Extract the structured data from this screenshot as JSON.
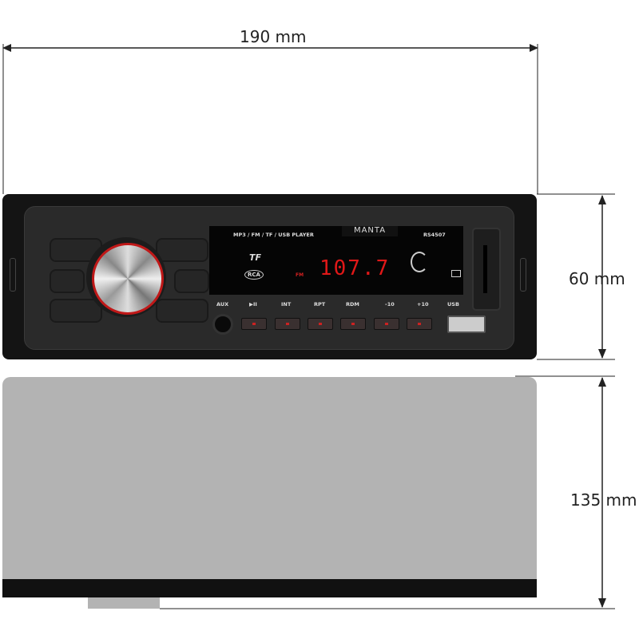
{
  "dimensions": {
    "width": "190 mm",
    "height": "60 mm",
    "depth": "135 mm"
  },
  "radio": {
    "tagline": "MP3 / FM / TF / USB PLAYER",
    "brand": "MANTA",
    "model": "RS4507",
    "tf_logo": "TF",
    "rca_logo": "RCA",
    "band": "FM",
    "frequency": "107.7",
    "keys": [
      "AUX",
      "▶II",
      "INT",
      "RPT",
      "RDM",
      "-10",
      "+10",
      "USB"
    ]
  }
}
